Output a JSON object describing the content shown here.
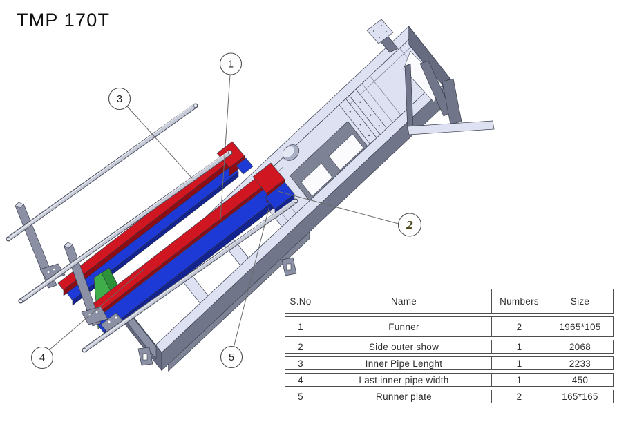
{
  "title": "TMP 170T",
  "drawing": {
    "description": "isometric chassis assembly",
    "callouts": [
      {
        "label": "1"
      },
      {
        "label": "2"
      },
      {
        "label": "3"
      },
      {
        "label": "4"
      },
      {
        "label": "5"
      }
    ]
  },
  "colors": {
    "rail_red": "#d01620",
    "rail_red_dark": "#8d0d14",
    "rail_blue": "#1d39d6",
    "rail_blue_dark": "#13238f",
    "wedge_green": "#3fae4a",
    "wedge_green_dark": "#2c9138",
    "frame_light": "#dde1f2",
    "frame_mid": "#8b90a4",
    "frame_dark": "#70758a",
    "callout_highlight": "#a8a848"
  },
  "table": {
    "headers": [
      "S.No",
      "Name",
      "Numbers",
      "Size"
    ],
    "rows": [
      [
        "1",
        "Funner",
        "2",
        "1965*105"
      ],
      [
        "2",
        "Side outer show",
        "1",
        "2068"
      ],
      [
        "3",
        "Inner Pipe Lenght",
        "1",
        "2233"
      ],
      [
        "4",
        "Last inner pipe width",
        "1",
        "450"
      ],
      [
        "5",
        "Runner plate",
        "2",
        "165*165"
      ]
    ]
  }
}
